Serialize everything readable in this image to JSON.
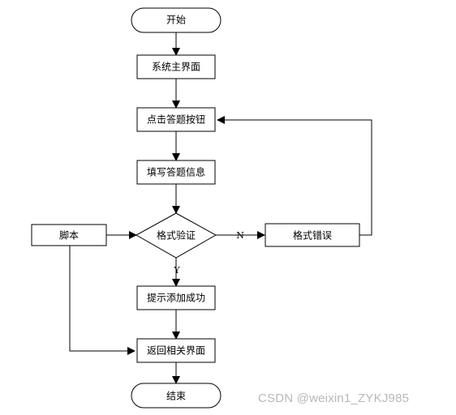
{
  "diagram": {
    "nodes": {
      "start": "开始",
      "main_ui": "系统主界面",
      "click_answer": "点击答题按钮",
      "fill_info": "填写答题信息",
      "validate": "格式验证",
      "format_error": "格式错误",
      "script": "脚本",
      "success": "提示添加成功",
      "return_ui": "返回相关界面",
      "end": "结束"
    },
    "edge_labels": {
      "no": "N",
      "yes": "Y"
    }
  },
  "watermark": "CSDN @weixin1_ZYKJ985"
}
